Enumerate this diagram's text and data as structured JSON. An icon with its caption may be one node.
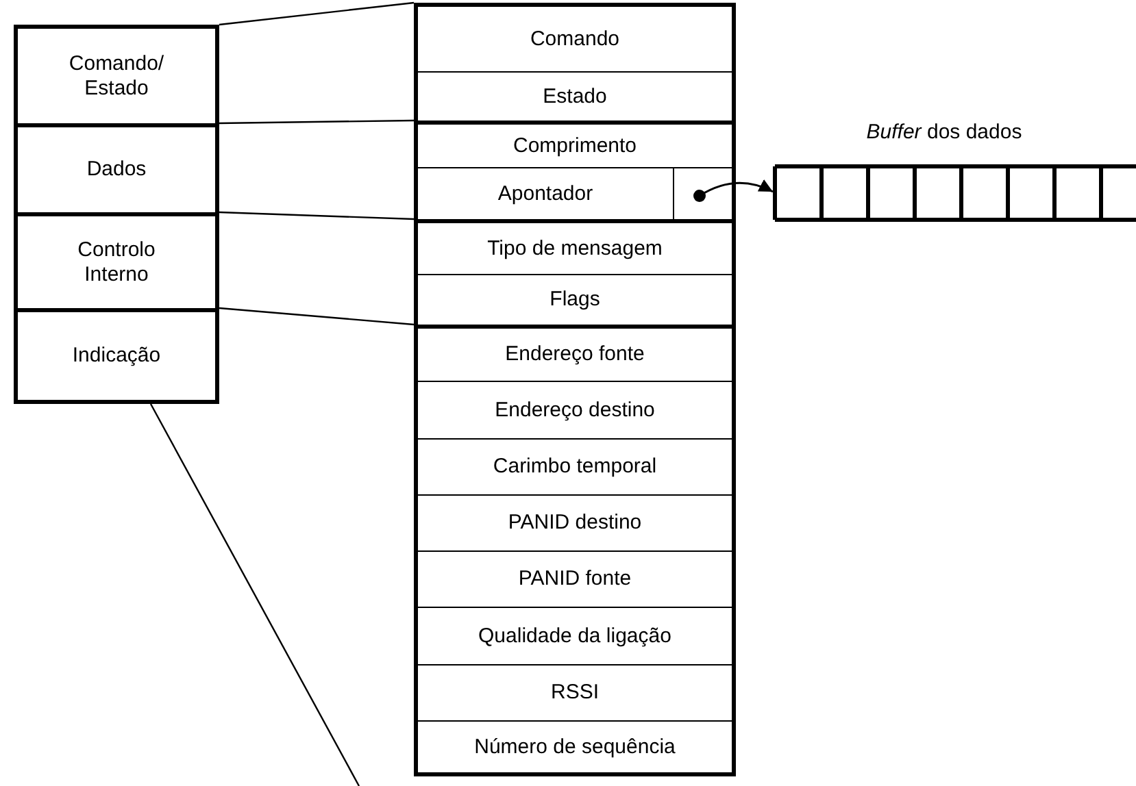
{
  "diagram": {
    "nodes": [
      {
        "text": [
          "Comando/ Estado"
        ]
      },
      {
        "text": [
          "Dados"
        ]
      },
      {
        "text": [
          "Controlo Interno"
        ]
      },
      {
        "text": [
          "Indicação"
        ]
      },
      {
        "text": [
          "Comando"
        ]
      },
      {
        "text": [
          "Estado"
        ]
      },
      {
        "text": [
          "Comprimento"
        ]
      },
      {
        "text": [
          "Apontador"
        ]
      },
      {
        "text": [],
        "shape": "box"
      },
      {
        "text": [
          "Tipo de mensagem"
        ]
      },
      {
        "text": [
          "Flags"
        ]
      },
      {
        "text": [
          "Endereço fonte"
        ]
      },
      {
        "text": [
          "Endereço destino"
        ]
      },
      {
        "text": [
          "Carimbo temporal"
        ]
      },
      {
        "text": [
          "PANID destino"
        ]
      },
      {
        "text": [
          "PANID fonte"
        ]
      },
      {
        "text": [
          "Qualidade da ligação"
        ]
      },
      {
        "text": [
          "RSSI"
        ]
      },
      {
        "text": [
          "Número de sequência"
        ]
      },
      {
        "text": [
          "*Buffer* dos dados"
        ]
      }
    ],
    "edges": [
      {
        "from": 8,
        "to": 19,
        "arrow": "to"
      }
    ]
  }
}
